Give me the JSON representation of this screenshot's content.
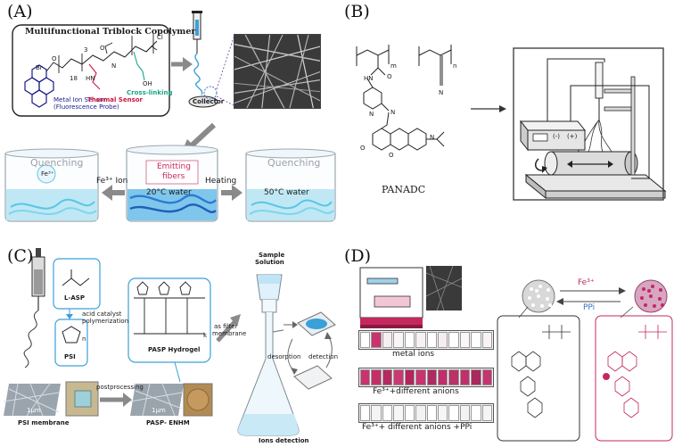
{
  "panels": {
    "a": {
      "label": "(A)",
      "box_title": "Multifunctional Triblock Copolymer",
      "metal_sensor": "Metal Ion Sensor",
      "metal_sensor_sub": "(Fluorescence Probe)",
      "thermal_sensor": "Thermal Sensor",
      "crosslinking": "Cross-linking",
      "collector": "Collector",
      "fe_ion": "Fe³⁺ Ion",
      "heating": "Heating",
      "quenching_left": "Quenching",
      "quenching_right": "Quenching",
      "fe_inside": "Fe³⁺",
      "emitting_1": "Emitting",
      "emitting_2": "fibers",
      "water_20": "20°C water",
      "water_50": "50°C water",
      "sub_18": "18",
      "sub_3": "3",
      "atom_br": "Br",
      "atom_o1": "O",
      "atom_o2": "O",
      "atom_n": "N",
      "atom_hn": "HN",
      "atom_oh": "OH",
      "atom_cl": "Cl"
    },
    "b": {
      "label": "(B)",
      "polymer_name": "PANADC",
      "sub_m": "m",
      "sub_n": "n",
      "atom_hn": "HN",
      "atom_n1": "N",
      "atom_n2": "N",
      "atom_n3": "N",
      "atom_n4": "N",
      "atom_o1": "O",
      "atom_o2": "O",
      "atom_o3": "O",
      "supply_minus": "(-)",
      "supply_plus": "(+)"
    },
    "c": {
      "label": "(C)",
      "lasp": "L-ASP",
      "acid_1": "acid catalyst",
      "acid_2": "polymerization",
      "psi": "PSI",
      "pasp_hydrogel": "PASP Hydrogel",
      "postprocessing": "postprocessing",
      "as_filter_1": "as filter",
      "as_filter_2": "membrane",
      "sample_1": "Sample",
      "sample_2": "Solution",
      "desorption": "desorption",
      "detection": "detection",
      "ions_detection": "Ions detection",
      "psi_membrane": "PSI membrane",
      "pasp_enhm": "PASP- ENHM",
      "scale_1": "1μm",
      "scale_2": "1μm",
      "sub_n": "n",
      "sub_k": "k"
    },
    "d": {
      "label": "(D)",
      "fe": "Fe³⁺",
      "ppi": "PPi",
      "row1": "metal ions",
      "row2": "Fe³⁺+different anions",
      "row3": "Fe³⁺+ different anions +PPi",
      "row1_colors": [
        "#ffffff",
        "#c9346f",
        "#f7eef2",
        "#fbf5f8",
        "#ffffff",
        "#f8f1f4",
        "#ffffff",
        "#f5edf1",
        "#ffffff",
        "#fbf6f8",
        "#ffffff",
        "#f9f3f6"
      ],
      "row2_colors": [
        "#c9346f",
        "#c23067",
        "#b42a61",
        "#c93a73",
        "#b5255d",
        "#c9346f",
        "#ad2a62",
        "#c32e6a",
        "#b83367",
        "#c0306b",
        "#a9285d",
        "#c53570"
      ],
      "row3_colors": [
        "#ffffff",
        "#f4f4f4",
        "#ffffff",
        "#f7f7f7",
        "#ffffff",
        "#f2f2f2",
        "#ffffff",
        "#f6f6f6",
        "#ffffff",
        "#f3f3f3",
        "#ffffff",
        "#f5f5f5"
      ]
    }
  },
  "colors": {
    "accent_magenta": "#c4285f",
    "accent_blue": "#3aa0d8",
    "water_cyan": "#58c6e6",
    "fiber_blue": "#2b7bd0",
    "thermal_red": "#d0163f",
    "crosslink_green": "#1aa58a",
    "probe_blue": "#1a1a8a",
    "arrow_gray": "#8a8a8a"
  }
}
